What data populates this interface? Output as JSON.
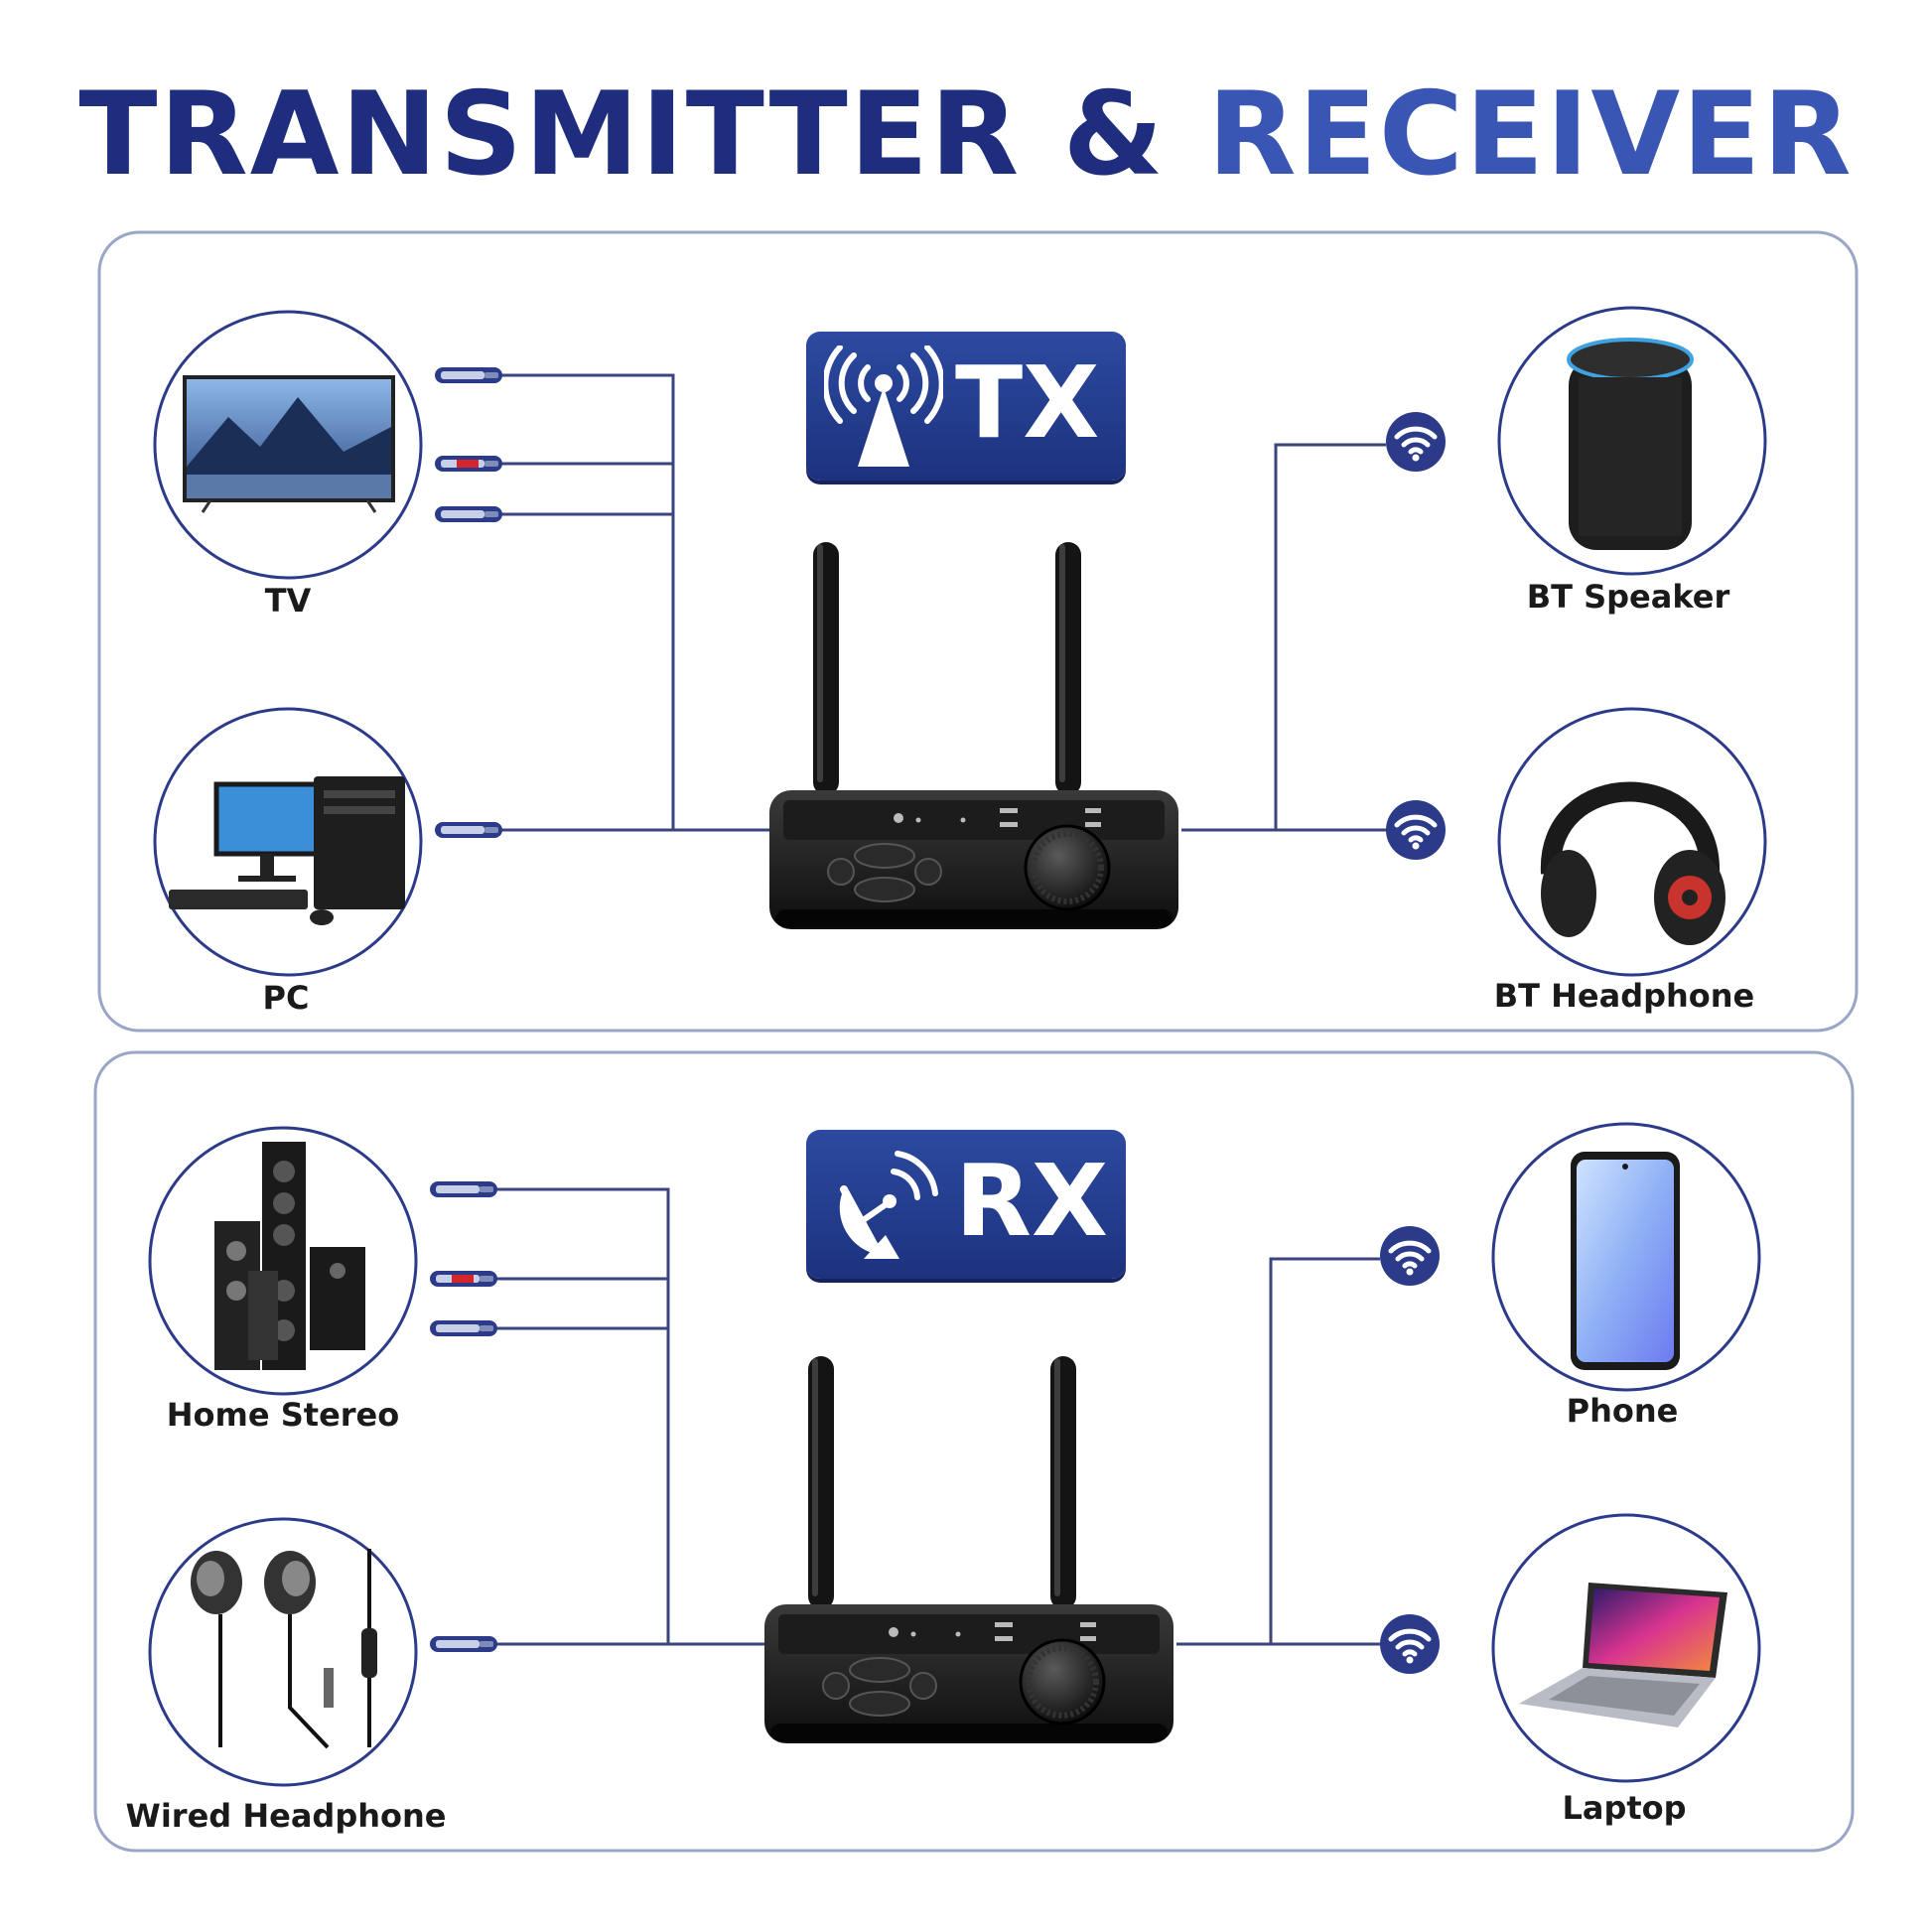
{
  "title": {
    "part1": "TRANSMITTER",
    "part2": "&",
    "part3": "RECEIVER"
  },
  "colors": {
    "navy": "#1e2d7d",
    "blue": "#3a56b4",
    "line": "#3b447e",
    "panel_border": "#9aa6c8"
  },
  "tx_panel": {
    "badge": "TX",
    "badge_icon": "antenna-broadcast-icon",
    "sources": [
      {
        "label": "TV",
        "icon": "tv-icon"
      },
      {
        "label": "PC",
        "icon": "desktop-pc-icon"
      }
    ],
    "outputs": [
      {
        "label": "BT Speaker",
        "icon": "smart-speaker-icon"
      },
      {
        "label": "BT Headphone",
        "icon": "headphone-icon"
      }
    ]
  },
  "rx_panel": {
    "badge": "RX",
    "badge_icon": "satellite-dish-icon",
    "sources": [
      {
        "label": "Home Stereo",
        "icon": "speaker-tower-icon"
      },
      {
        "label": "Wired Headphone",
        "icon": "earphones-icon"
      }
    ],
    "outputs": [
      {
        "label": "Phone",
        "icon": "smartphone-icon"
      },
      {
        "label": "Laptop",
        "icon": "laptop-icon"
      }
    ]
  }
}
